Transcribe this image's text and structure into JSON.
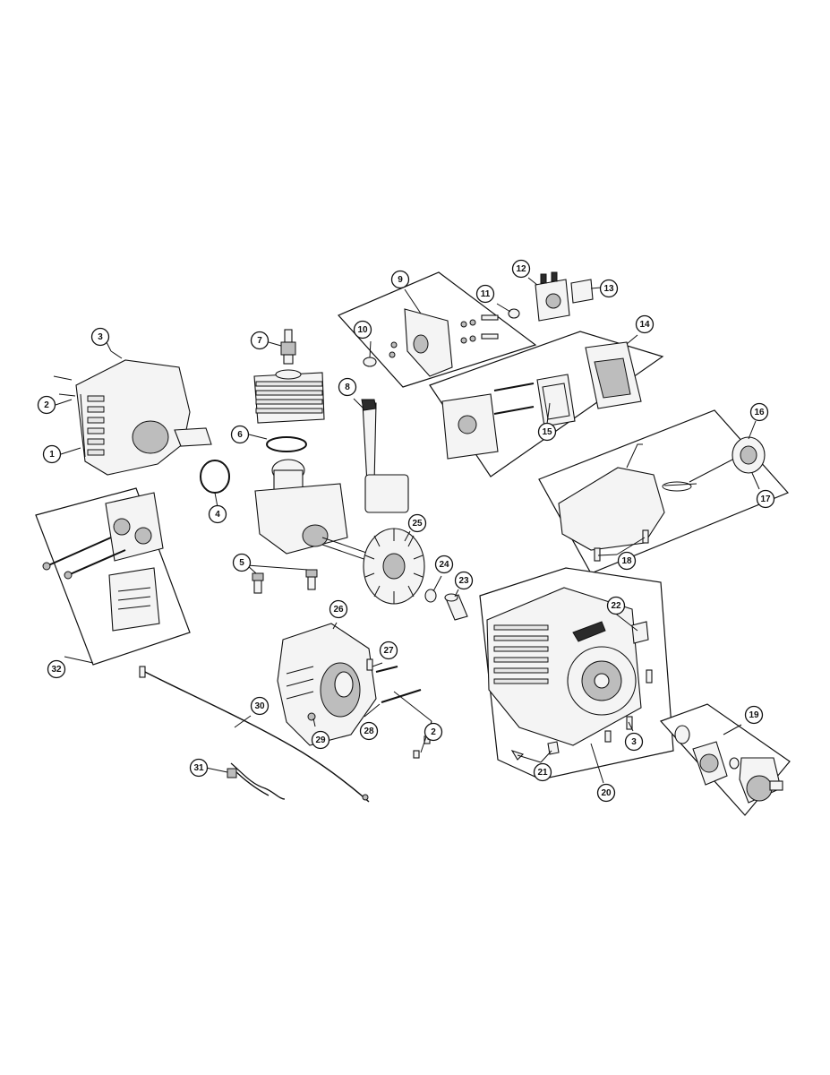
{
  "diagram": {
    "callouts": [
      "1",
      "2",
      "3",
      "4",
      "5",
      "6",
      "7",
      "8",
      "9",
      "10",
      "11",
      "12",
      "13",
      "14",
      "15",
      "16",
      "17",
      "18",
      "19",
      "20",
      "21",
      "22",
      "23",
      "24",
      "25",
      "26",
      "27",
      "28",
      "29",
      "30",
      "31",
      "32",
      "2",
      "3",
      "2"
    ]
  }
}
